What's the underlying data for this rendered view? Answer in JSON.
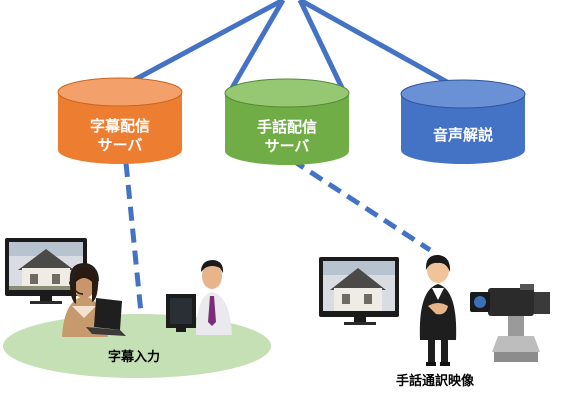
{
  "servers": [
    {
      "label": "字幕配信\nサーバ",
      "color": "#ED7D31",
      "top_color": "#F4A06B",
      "edge_color": "#C8651F"
    },
    {
      "label": "手話配信\nサーバ",
      "color": "#70AD47",
      "top_color": "#96C873",
      "edge_color": "#548A33"
    },
    {
      "label": "音声解説",
      "color": "#4472C4",
      "top_color": "#6A91D6",
      "edge_color": "#2F569E"
    }
  ],
  "line_color": "#4472C4",
  "captioning_area": {
    "label": "字幕入力",
    "ellipse_color": "#C5E0B4"
  },
  "sign_language": {
    "label": "手話通訳映像"
  }
}
